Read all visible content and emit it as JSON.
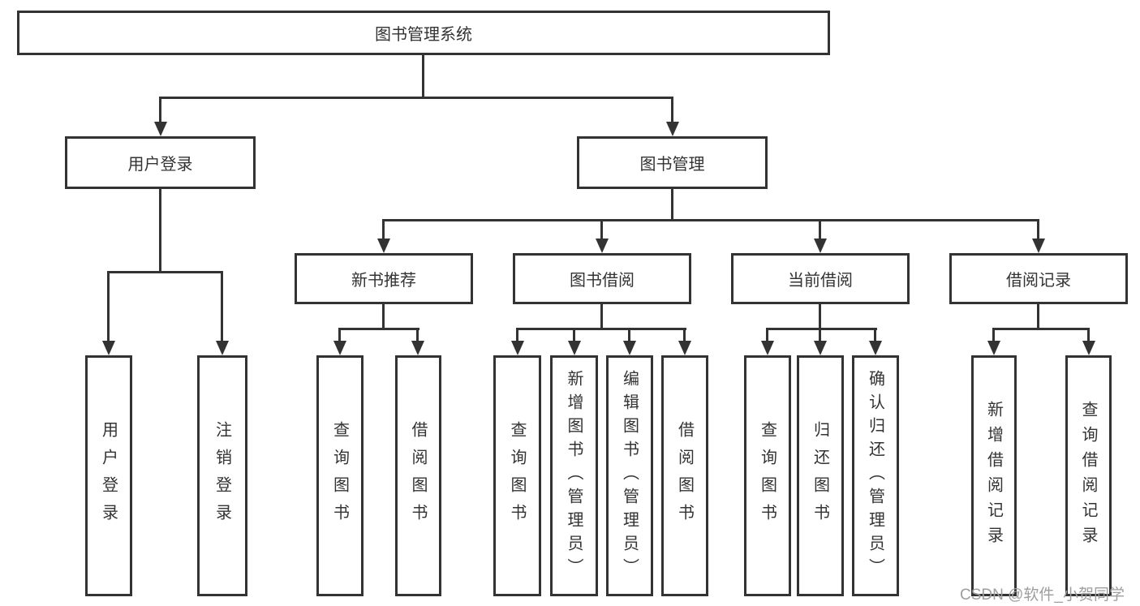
{
  "tree": {
    "label": "图书管理系统",
    "children": [
      {
        "label": "用户登录",
        "children": [
          {
            "label": "用户登录"
          },
          {
            "label": "注销登录"
          }
        ]
      },
      {
        "label": "图书管理",
        "children": [
          {
            "label": "新书推荐",
            "children": [
              {
                "label": "查询图书"
              },
              {
                "label": "借阅图书"
              }
            ]
          },
          {
            "label": "图书借阅",
            "children": [
              {
                "label": "查询图书"
              },
              {
                "label": "新增图书（管理员）"
              },
              {
                "label": "编辑图书（管理员）"
              },
              {
                "label": "借阅图书"
              }
            ]
          },
          {
            "label": "当前借阅",
            "children": [
              {
                "label": "查询图书"
              },
              {
                "label": "归还图书"
              },
              {
                "label": "确认归还（管理员）"
              }
            ]
          },
          {
            "label": "借阅记录",
            "children": [
              {
                "label": "新增借阅记录"
              },
              {
                "label": "查询借阅记录"
              }
            ]
          }
        ]
      }
    ]
  },
  "watermark": {
    "text": "CSDN @软件_小贺同学"
  },
  "colors": {
    "line": "#333333",
    "text": "#333333",
    "box_background": "#ffffff",
    "watermark": "#9e9e9e"
  }
}
